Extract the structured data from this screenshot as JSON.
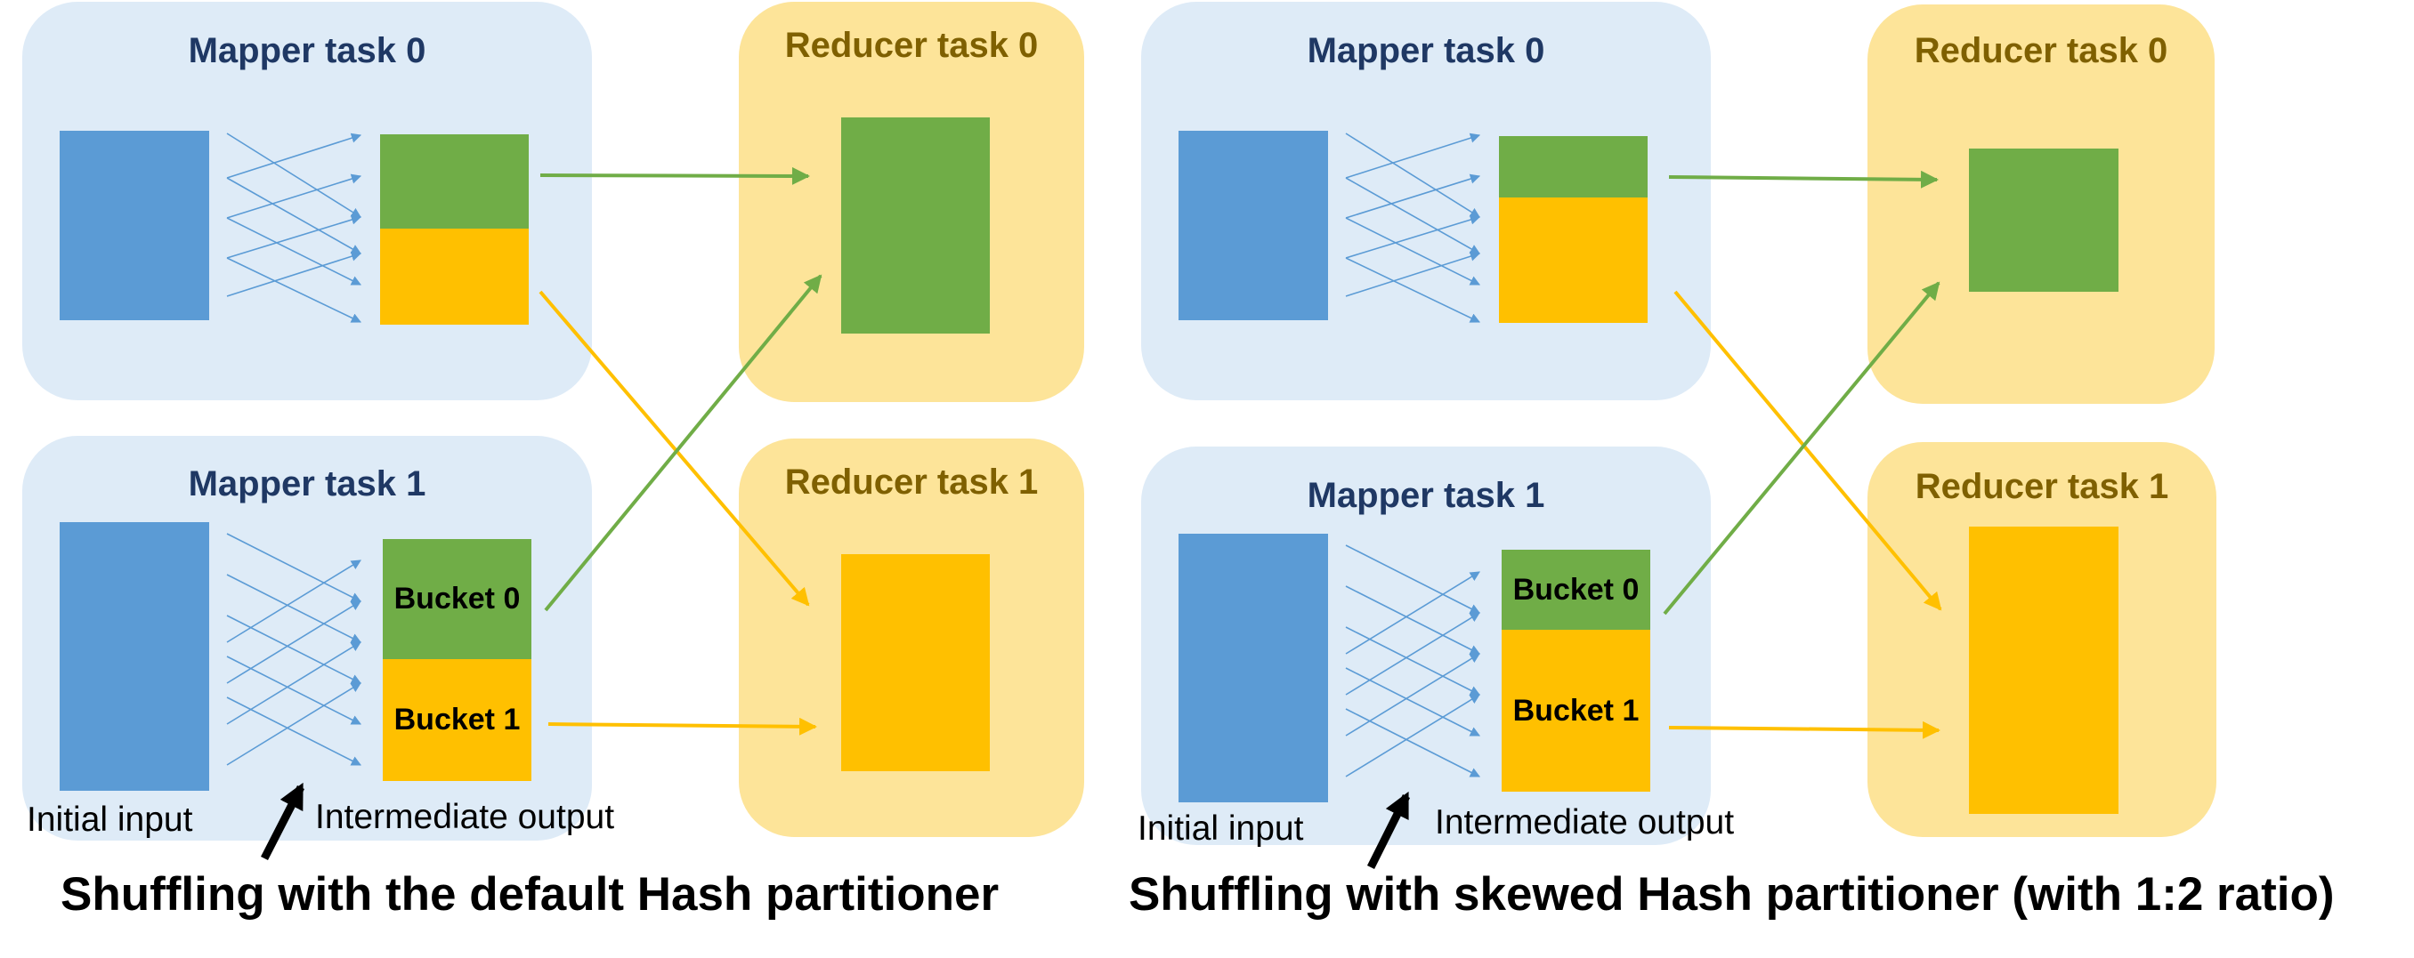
{
  "left": {
    "mapper0_title": "Mapper task 0",
    "mapper1_title": "Mapper task 1",
    "reducer0_title": "Reducer task 0",
    "reducer1_title": "Reducer task 1",
    "bucket0_label": "Bucket 0",
    "bucket1_label": "Bucket 1",
    "initial_input_label": "Initial input",
    "intermediate_output_label": "Intermediate output",
    "subtitle": "Shuffling with the default Hash partitioner"
  },
  "right": {
    "mapper0_title": "Mapper task 0",
    "mapper1_title": "Mapper task 1",
    "reducer0_title": "Reducer task 0",
    "reducer1_title": "Reducer task 1",
    "bucket0_label": "Bucket 0",
    "bucket1_label": "Bucket 1",
    "initial_input_label": "Initial input",
    "intermediate_output_label": "Intermediate output",
    "subtitle": "Shuffling with skewed Hash partitioner (with 1:2 ratio)"
  },
  "colors": {
    "mapper_bg": "#deebf7",
    "reducer_bg": "#fde499",
    "input_block": "#5b9bd5",
    "bucket0": "#70ad47",
    "bucket1": "#ffc000",
    "mapper_title": "#1f3864",
    "reducer_title": "#7f6000"
  }
}
